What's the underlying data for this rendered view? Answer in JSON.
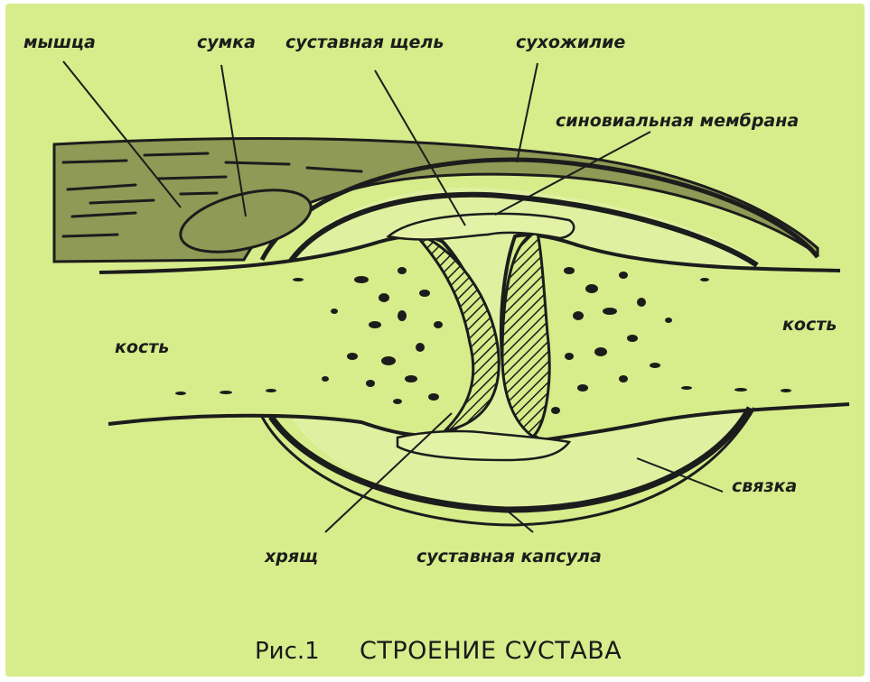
{
  "colors": {
    "background": "#d7ec8a",
    "ink": "#1c1c1c",
    "shade": "#8e9a55",
    "light": "#e4f2a8"
  },
  "labels": {
    "muscle": "мышца",
    "bursa": "сумка",
    "joint_gap": "суставная щель",
    "tendon": "сухожилие",
    "synovial_membrane": "синовиальная мембрана",
    "bone_left": "кость",
    "bone_right": "кость",
    "ligament": "связка",
    "cartilage": "хрящ",
    "joint_capsule": "суставная капсула"
  },
  "caption": {
    "figure_number": "Рис.1",
    "title": "СТРОЕНИЕ СУСТАВА"
  }
}
